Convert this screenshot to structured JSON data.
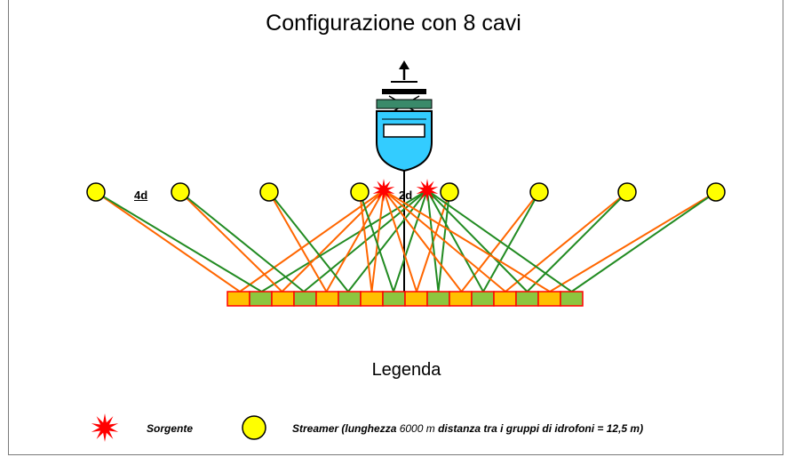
{
  "title": "Configurazione con 8 cavi",
  "labels": {
    "spacing_4d": "4d",
    "spacing_2d": "2d"
  },
  "legend": {
    "heading": "Legenda",
    "source_label": "Sorgente",
    "streamer_prefix": "Streamer (lunghezza ",
    "streamer_length": "6000 m",
    "streamer_suffix": "   distanza tra i gruppi di idrofoni = 12,5 m)"
  },
  "colors": {
    "streamer_head": "#ffff00",
    "source_star": "#ff0000",
    "line_source1": "#ff6600",
    "line_source2": "#228b22",
    "cmp_orange": "#ffc000",
    "cmp_green": "#8cc63f",
    "cmp_border": "#ff0000",
    "vessel_hull": "#33ccff",
    "vessel_deck": "#3a8a6a"
  }
}
